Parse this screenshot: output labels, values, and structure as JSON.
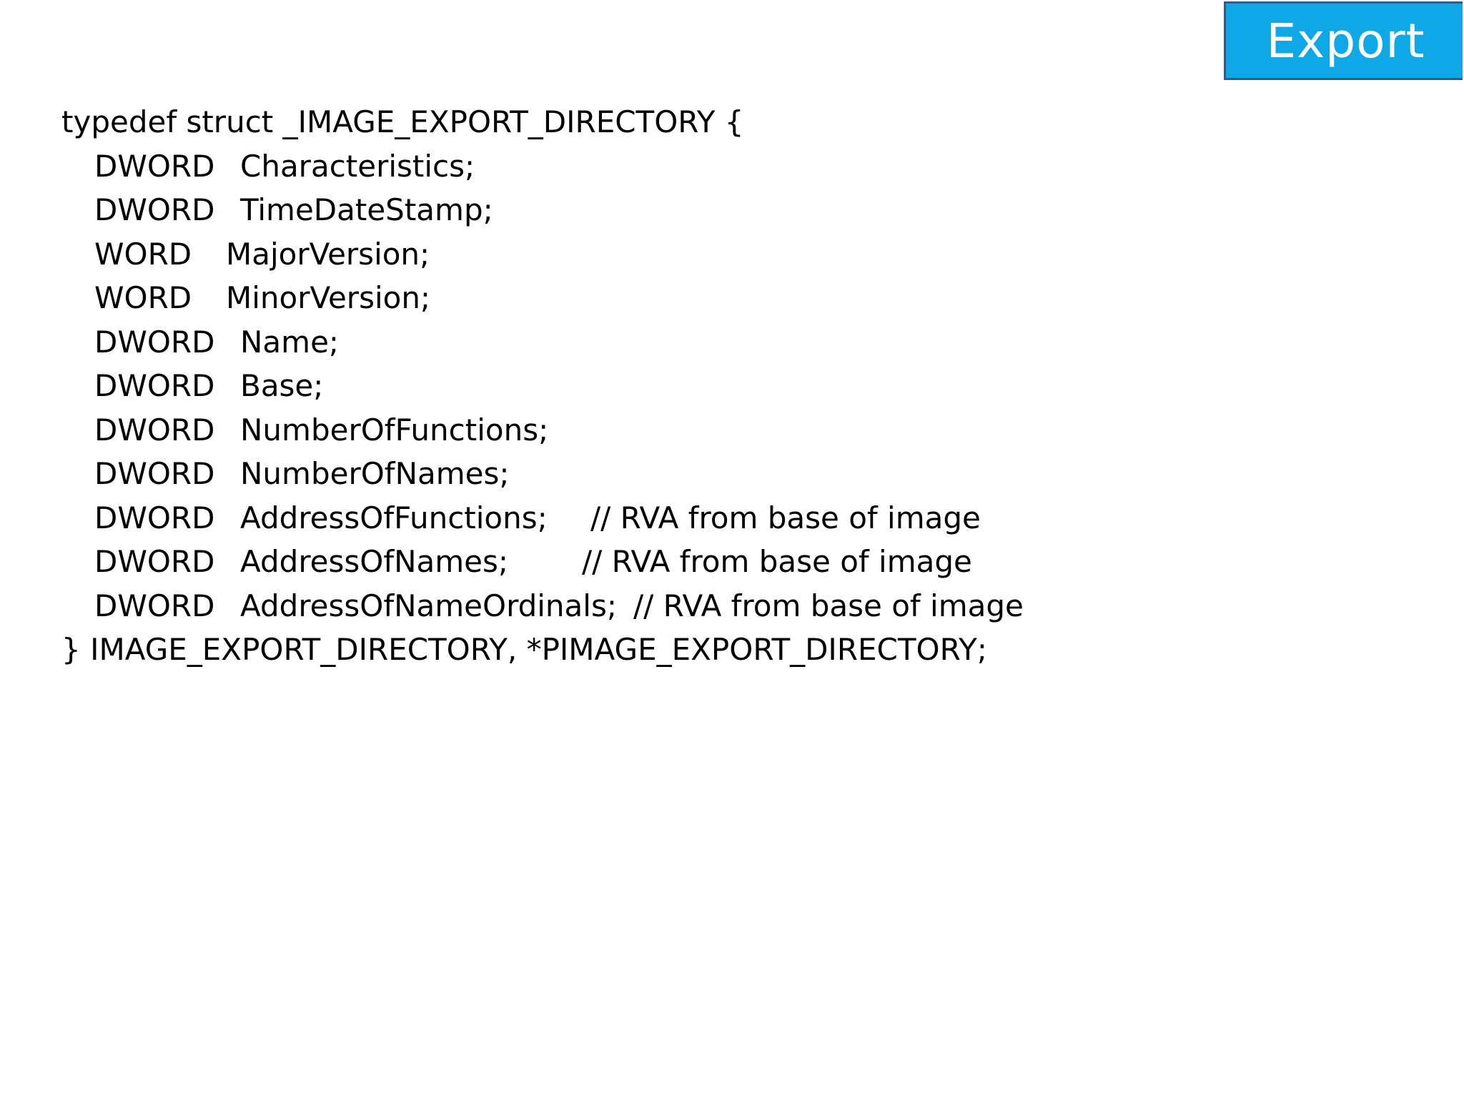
{
  "badge": {
    "label": "Export",
    "color": "#0ea8e6"
  },
  "code": {
    "header": "typedef struct _IMAGE_EXPORT_DIRECTORY {",
    "fields": [
      {
        "type": "DWORD",
        "name": "Characteristics;",
        "comment": ""
      },
      {
        "type": "DWORD",
        "name": "TimeDateStamp;",
        "comment": ""
      },
      {
        "type": "WORD",
        "name": "MajorVersion;",
        "comment": ""
      },
      {
        "type": "WORD",
        "name": "MinorVersion;",
        "comment": ""
      },
      {
        "type": "DWORD",
        "name": "Name;",
        "comment": ""
      },
      {
        "type": "DWORD",
        "name": "Base;",
        "comment": ""
      },
      {
        "type": "DWORD",
        "name": "NumberOfFunctions;",
        "comment": ""
      },
      {
        "type": "DWORD",
        "name": "NumberOfNames;",
        "comment": ""
      },
      {
        "type": "DWORD",
        "name": "AddressOfFunctions;",
        "comment": "// RVA from base of image"
      },
      {
        "type": "DWORD",
        "name": "AddressOfNames;",
        "comment": "// RVA from base of image"
      },
      {
        "type": "DWORD",
        "name": "AddressOfNameOrdinals;",
        "comment": "// RVA from base of image"
      }
    ],
    "footer": "} IMAGE_EXPORT_DIRECTORY, *PIMAGE_EXPORT_DIRECTORY;"
  }
}
